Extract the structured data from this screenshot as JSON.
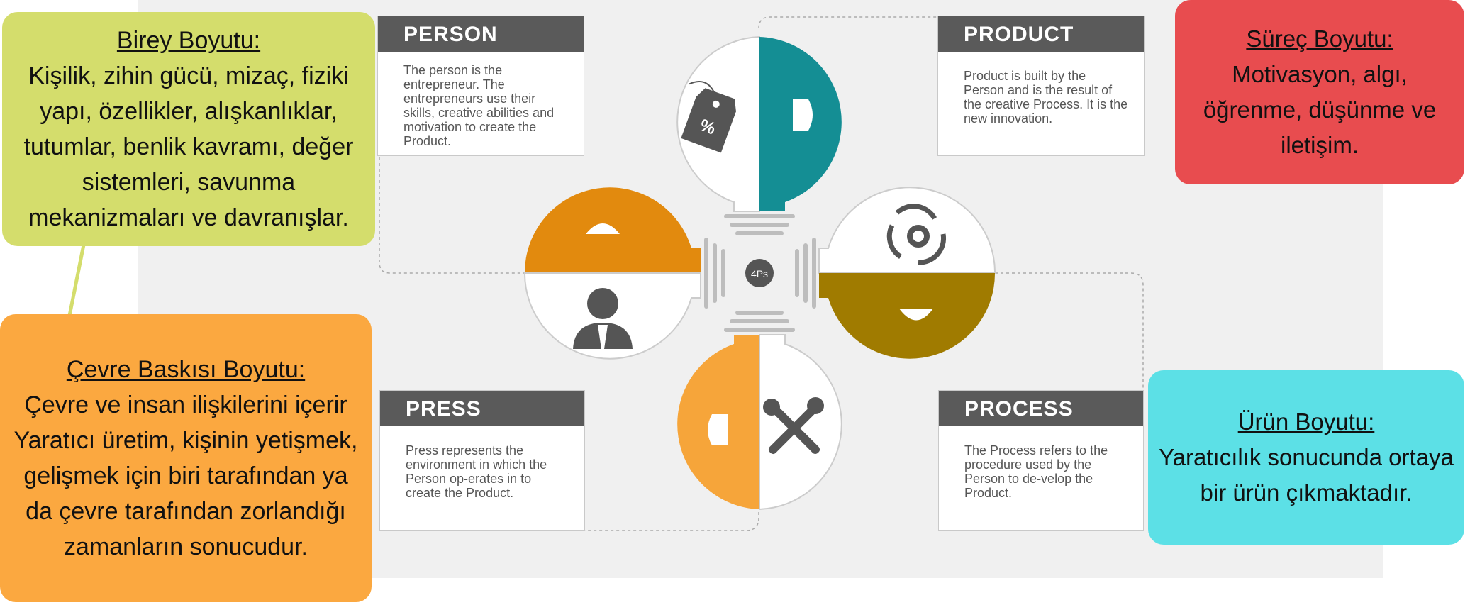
{
  "notes": {
    "birey": {
      "title": "Birey Boyutu:",
      "text": "Kişilik, zihin gücü, mizaç, fiziki yapı, özellikler, alışkanlıklar, tutumlar, benlik kavramı, değer sistemleri, savunma mekanizmaları ve davranışlar.",
      "color": "#d4dd6c"
    },
    "cevre": {
      "title": "Çevre Baskısı Boyutu:",
      "text": "Çevre ve insan ilişkilerini içerir Yaratıcı üretim, kişinin yetişmek, gelişmek için biri tarafından ya da çevre tarafından zorlandığı zamanların sonucudur.",
      "color": "#fba840"
    },
    "surec": {
      "title": "Süreç Boyutu:",
      "text": "Motivasyon, algı, öğrenme, düşünme ve iletişim.",
      "color": "#e84c4f"
    },
    "urun": {
      "title": "Ürün Boyutu:",
      "text": "Yaratıcılık sonucunda ortaya bir ürün çıkmaktadır.",
      "color": "#5ce0e6"
    }
  },
  "cards": {
    "person": {
      "title": "PERSON",
      "text": "The person is the entrepreneur. The entrepreneurs use their skills, creative abilities and motivation to create the Product."
    },
    "product": {
      "title": "PRODUCT",
      "text": "Product is built by the Person and is the result of the creative Process. It is the new innovation."
    },
    "press": {
      "title": "PRESS",
      "text": "Press represents the environment in which the Person op-erates in to create the Product."
    },
    "process": {
      "title": "PROCESS",
      "text": "The Process refers to the procedure used by the Person to de-velop the Product."
    }
  },
  "center": {
    "label": "4Ps"
  },
  "colors": {
    "teal": "#148e94",
    "orange": "#e28a0e",
    "olive": "#a07b00",
    "light_orange": "#f6a53a",
    "gray": "#555555",
    "stripe": "#bdbdbd"
  },
  "icons": [
    "price-tag-icon",
    "person-icon",
    "refresh-gear-icon",
    "tools-icon"
  ]
}
